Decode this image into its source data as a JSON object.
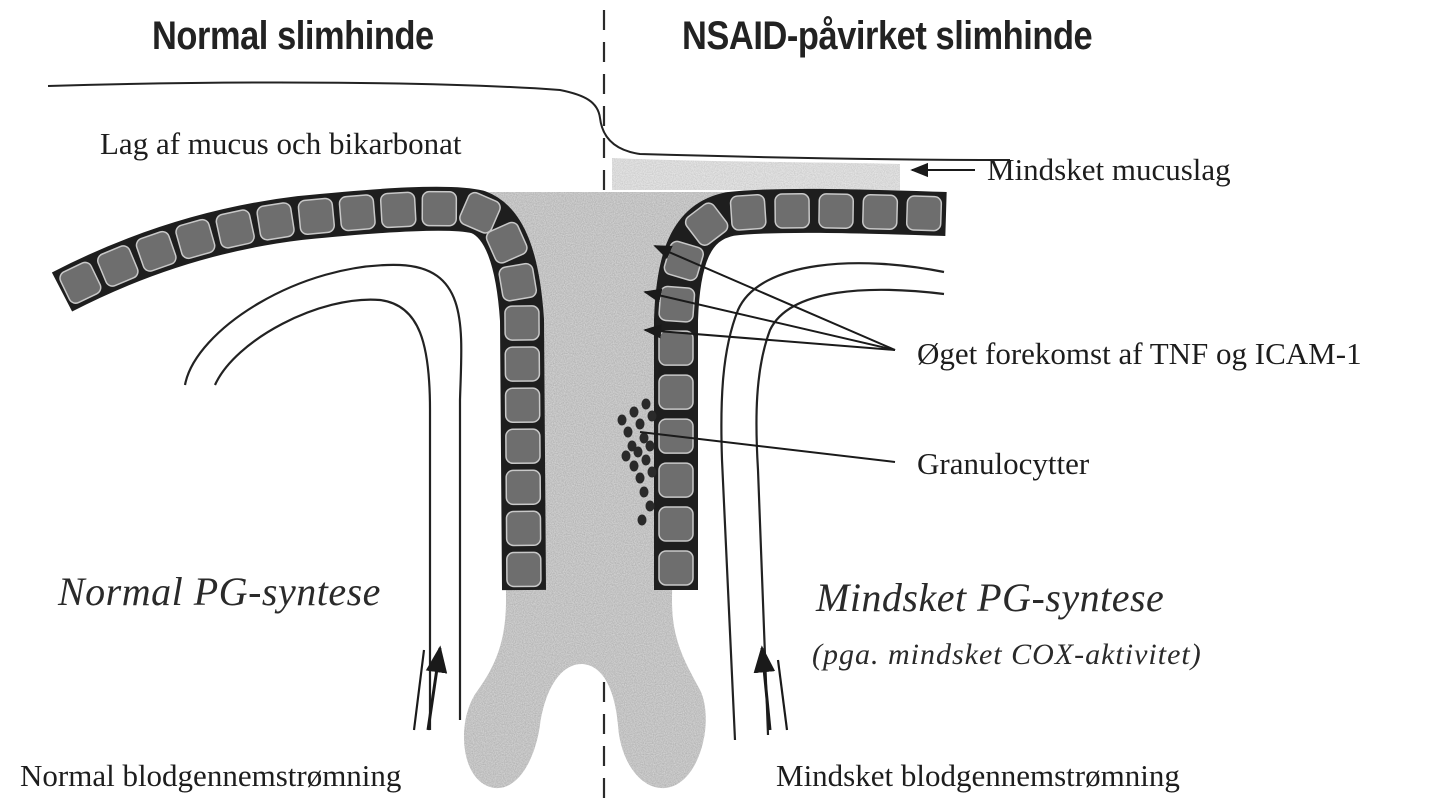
{
  "headings": {
    "left": "Normal slimhinde",
    "right": "NSAID-påvirket slimhinde"
  },
  "labels": {
    "mucus_layer": "Lag af mucus och bikarbonat",
    "reduced_mucus": "Mindsket mucuslag",
    "tnf_icam": "Øget forekomst af TNF og ICAM-1",
    "granulocytes": "Granulocytter",
    "normal_pg": "Normal PG-syntese",
    "reduced_pg": "Mindsket PG-syntese",
    "reduced_pg_note": "(pga. mindsket COX-aktivitet)",
    "normal_flow": "Normal blodgennemstrømning",
    "reduced_flow": "Mindsket blodgennemstrømning"
  },
  "colors": {
    "cell_fill": "#6e6e6e",
    "cell_outline": "#1e1e1e",
    "lamina": "#d2d2d2",
    "ink": "#1a1a1a"
  }
}
